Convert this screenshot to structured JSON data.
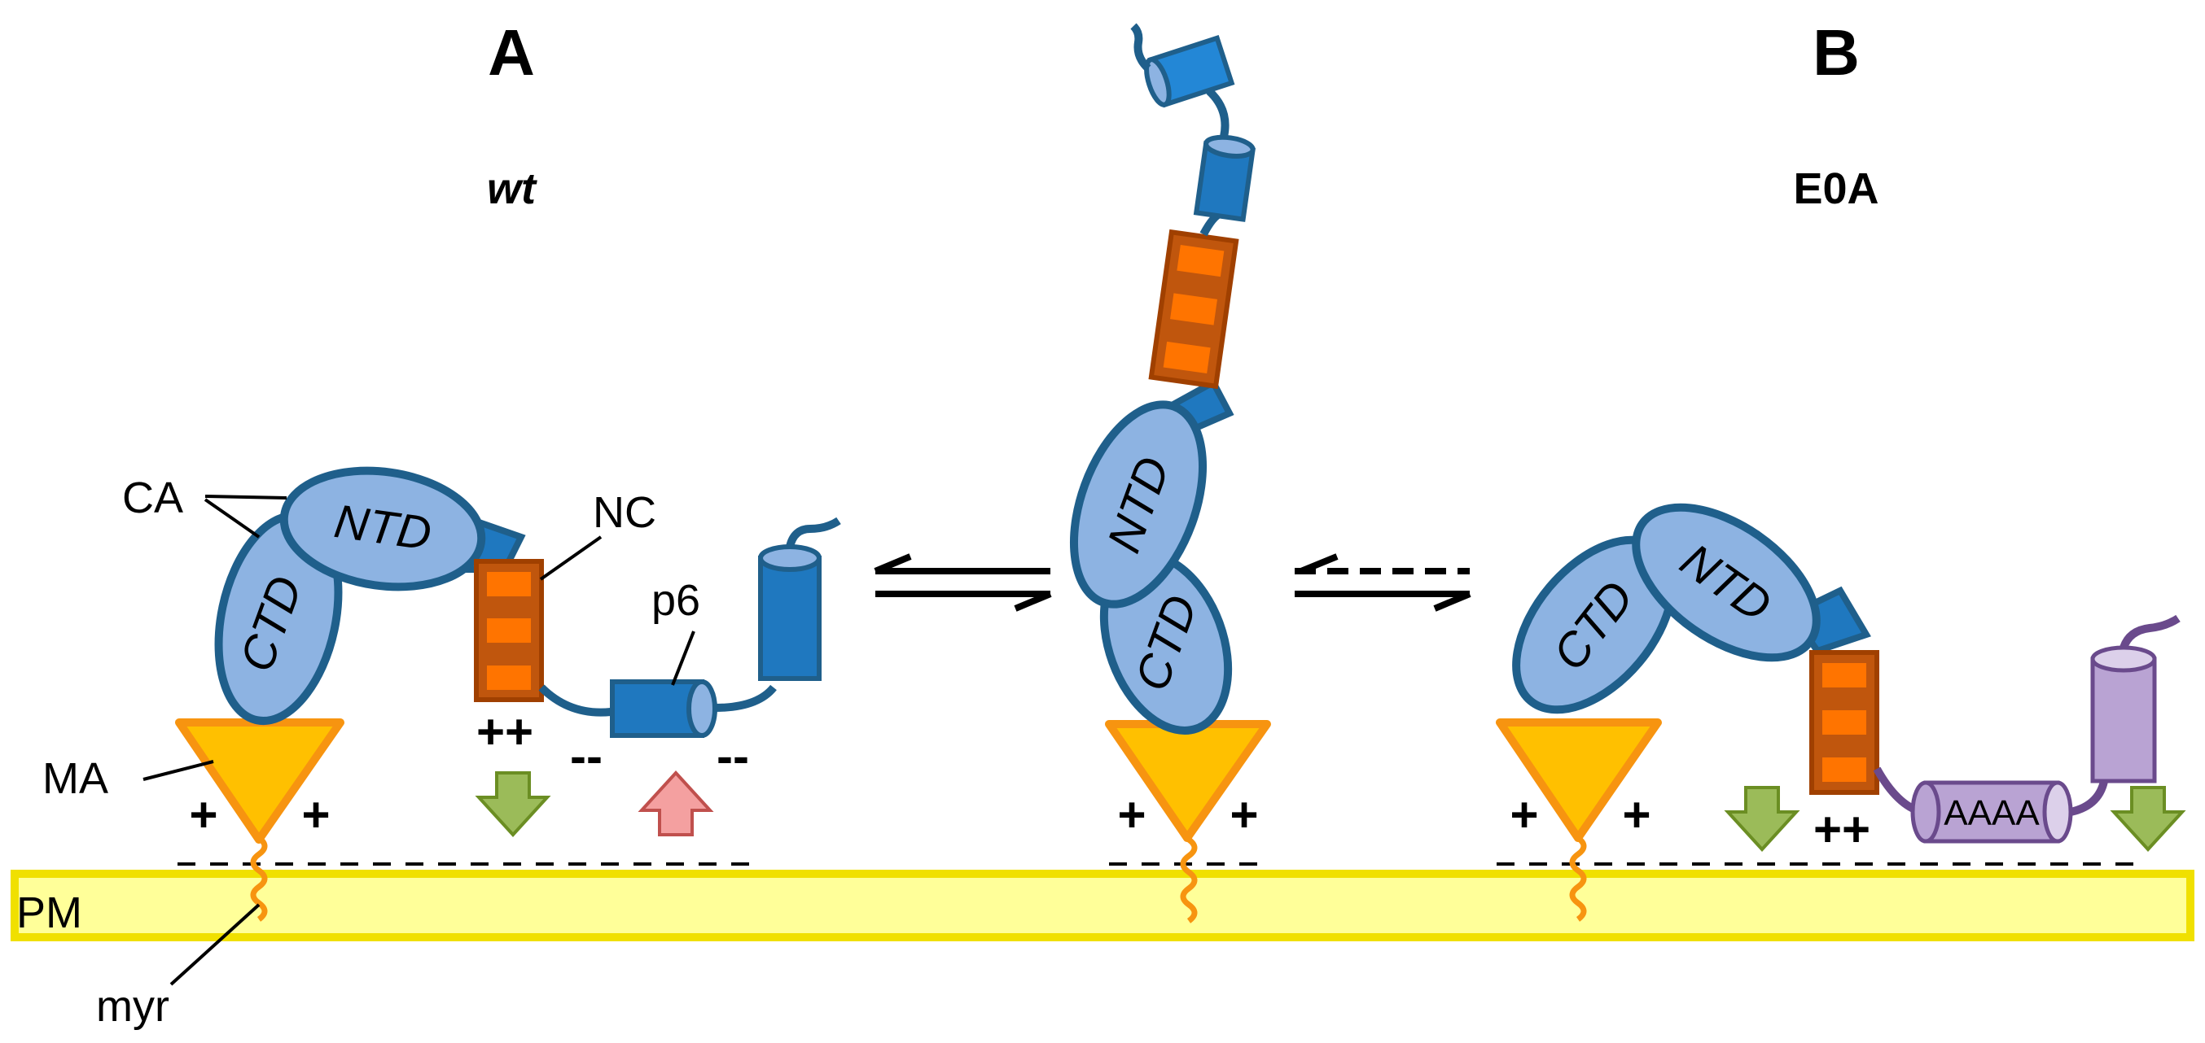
{
  "panels": [
    {
      "letter": "A",
      "condition": "wt"
    },
    {
      "letter": "B",
      "condition": "E0A"
    }
  ],
  "labels": {
    "ca": "CA",
    "ntd": "NTD",
    "ctd": "CTD",
    "nc": "NC",
    "p6": "p6",
    "ma": "MA",
    "pm": "PM",
    "myr": "myr",
    "mutant_segment": "AAAA"
  },
  "charges": {
    "plus": "+",
    "double_plus": "++",
    "double_minus": "--",
    "membrane_minus": "-"
  },
  "colors": {
    "domain_fill": "#8db3e2",
    "domain_stroke": "#1f5f8b",
    "nc_fill": "#c0560d",
    "nc_stripe": "#ff7400",
    "p6_fill": "#1f78bf",
    "ma_fill": "#ffc000",
    "ma_stroke": "#f79410",
    "membrane_fill": "#ffff99",
    "membrane_stroke": "#f0e000",
    "mutant_fill": "#b9a3d3",
    "mutant_stroke": "#6a4a8c",
    "green_arrow": "#9bbb59",
    "red_arrow": "#f4a0a0"
  }
}
